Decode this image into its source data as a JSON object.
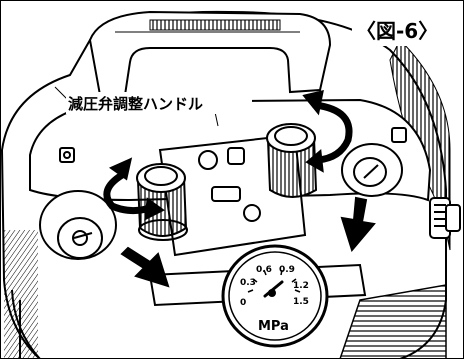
{
  "figure": {
    "label": "〈図-6〉"
  },
  "callout": {
    "text": "減圧弁調整ハンドル"
  },
  "gauge": {
    "unit": "MPa",
    "scale": [
      "0",
      "0.3",
      "0.6",
      "0.9",
      "1.2",
      "1.5"
    ]
  },
  "icons": [
    "handle-rotate-arrow",
    "down-arrow",
    "pressure-gauge"
  ]
}
